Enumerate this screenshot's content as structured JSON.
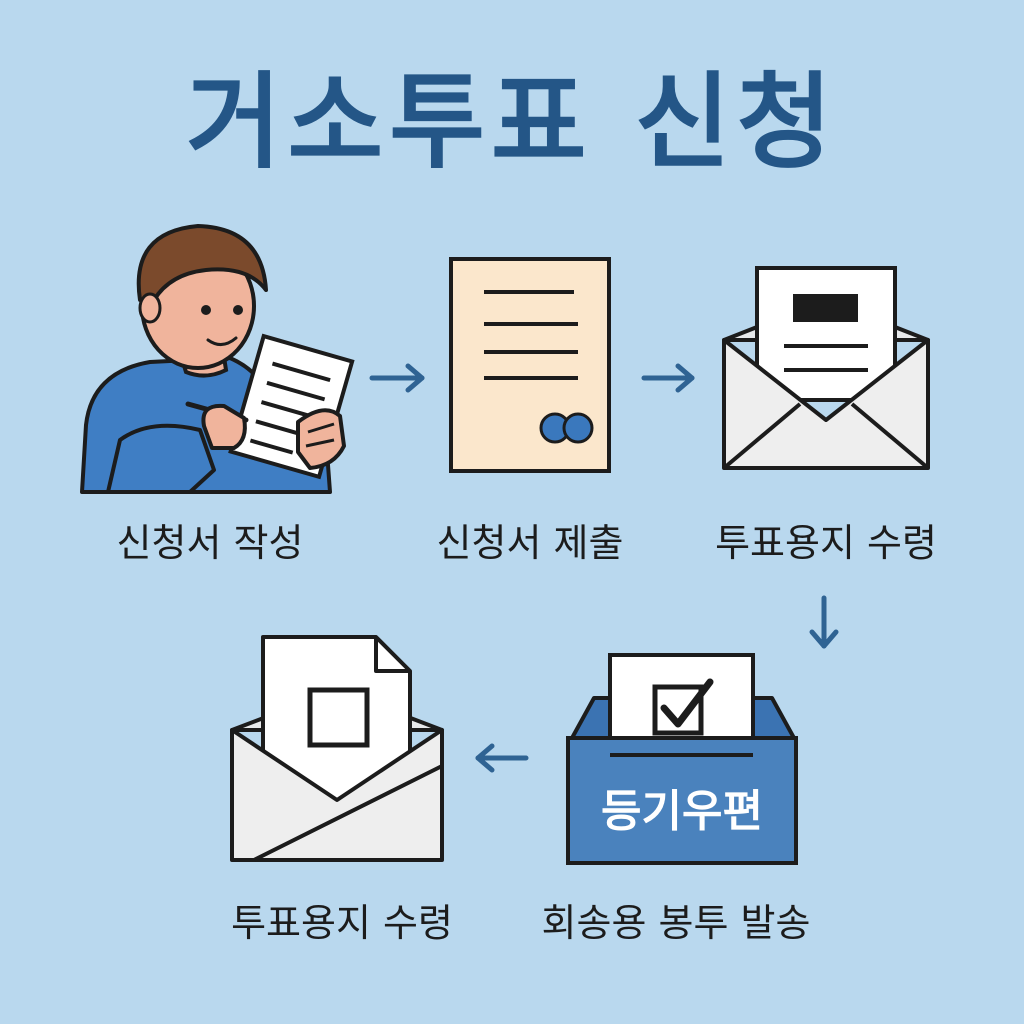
{
  "title": "거소투표 신청",
  "steps": [
    {
      "label": "신청서 작성",
      "icon": "person-writing-icon"
    },
    {
      "label": "신청서 제출",
      "icon": "application-document-icon"
    },
    {
      "label": "투표용지 수령",
      "icon": "open-envelope-ballot-icon"
    },
    {
      "label": "회송용 봉투 발송",
      "icon": "ballot-box-icon"
    },
    {
      "label": "투표용지 수령",
      "icon": "envelope-ballot-icon"
    }
  ],
  "ballot_box_label": "등기우편",
  "colors": {
    "background": "#b9d8ee",
    "title": "#245687",
    "arrow": "#2f6393",
    "ballot_box": "#4a82bd"
  }
}
